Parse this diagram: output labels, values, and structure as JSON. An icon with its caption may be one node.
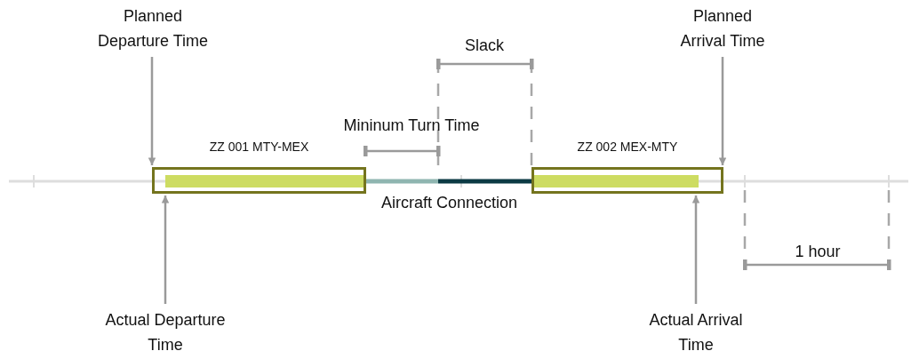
{
  "diagram": {
    "nodes": [
      {
        "text": [
          "ZZ 001 MTY-MEX"
        ]
      },
      {
        "text": [
          "ZZ 002 MEX-MTY"
        ]
      },
      {
        "text": [
          "Planned Departure Time"
        ]
      },
      {
        "text": [
          "Actual Departure Time"
        ]
      },
      {
        "text": [
          "Planned Arrival Time"
        ]
      },
      {
        "text": [
          "Actual Arrival Time"
        ]
      },
      {
        "text": [],
        "shape": "bar",
        "in": 0
      },
      {
        "text": [],
        "shape": "bar",
        "in": 1
      }
    ],
    "edges": [
      {
        "from": 2,
        "to": 0,
        "arrow": "to"
      },
      {
        "from": 3,
        "to": 0,
        "arrow": "to"
      },
      {
        "from": 4,
        "to": 1,
        "arrow": "to"
      },
      {
        "from": 5,
        "to": 1,
        "arrow": "to"
      },
      {
        "from": 0,
        "to": 1,
        "arrow": "none",
        "label": "Aircraft Connection",
        "style": "thick",
        "color": "#0b3a44"
      }
    ],
    "labels": [
      "Slack",
      "Mininum Turn Time",
      "1 hour"
    ]
  }
}
